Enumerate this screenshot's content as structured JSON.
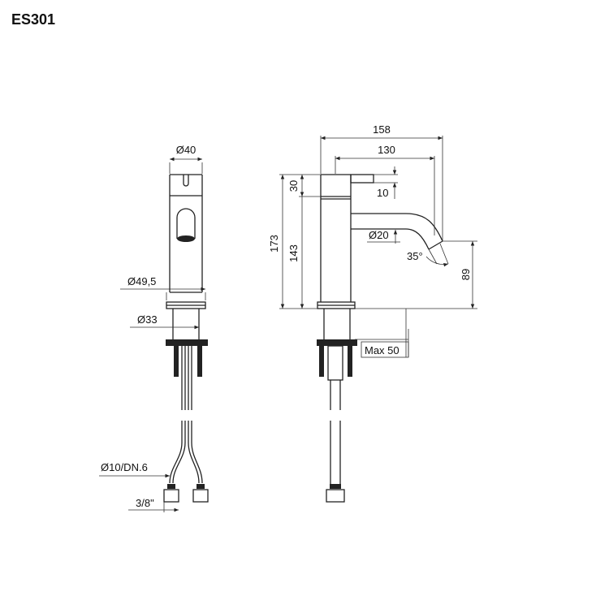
{
  "title": "ES301",
  "dimensions": {
    "d40": "Ø40",
    "d49_5": "Ø49,5",
    "d33": "Ø33",
    "d10_dn6": "Ø10/DN.6",
    "thread": "3/8\"",
    "w158": "158",
    "w130": "130",
    "h30": "30",
    "h10": "10",
    "h173": "173",
    "h143": "143",
    "d20": "Ø20",
    "angle35": "35°",
    "h89": "89",
    "max50": "Max 50"
  }
}
